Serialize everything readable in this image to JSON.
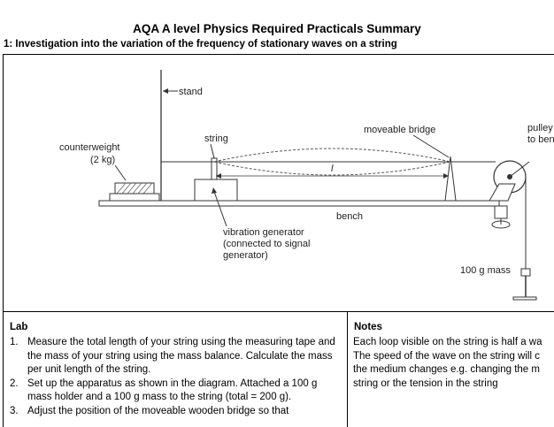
{
  "title": "AQA A level Physics Required Practicals Summary",
  "section": {
    "heading": "1: Investigation into the variation of the frequency of stationary waves on a string"
  },
  "diagram": {
    "labels": {
      "stand": "stand",
      "counterweight_line1": "counterweight",
      "counterweight_line2": "(2 kg)",
      "string": "string",
      "moveable_bridge": "moveable bridge",
      "pulley_line1": "pulley (",
      "pulley_line2": "to benc",
      "length_symbol": "l",
      "bench": "bench",
      "vibration_line1": "vibration generator",
      "vibration_line2": "(connected to signal",
      "vibration_line3": "generator)",
      "mass": "100 g mass"
    }
  },
  "lab": {
    "heading": "Lab",
    "steps": [
      {
        "num": "1.",
        "text": "Measure the total length of your string using the measuring tape and the mass of your string using the mass balance. Calculate the mass per unit length of the string."
      },
      {
        "num": "2.",
        "text": "Set up the apparatus as shown in the diagram. Attached a 100 g mass holder and a 100 g mass to the string (total = 200 g)."
      },
      {
        "num": "3.",
        "text": "Adjust the position of the moveable wooden bridge so that"
      }
    ]
  },
  "notes": {
    "heading": "Notes",
    "lines": [
      "Each loop visible on the string is half a wa",
      "The speed of the wave on the string will c",
      "the medium changes e.g. changing the m",
      "string or the tension in the string"
    ]
  }
}
